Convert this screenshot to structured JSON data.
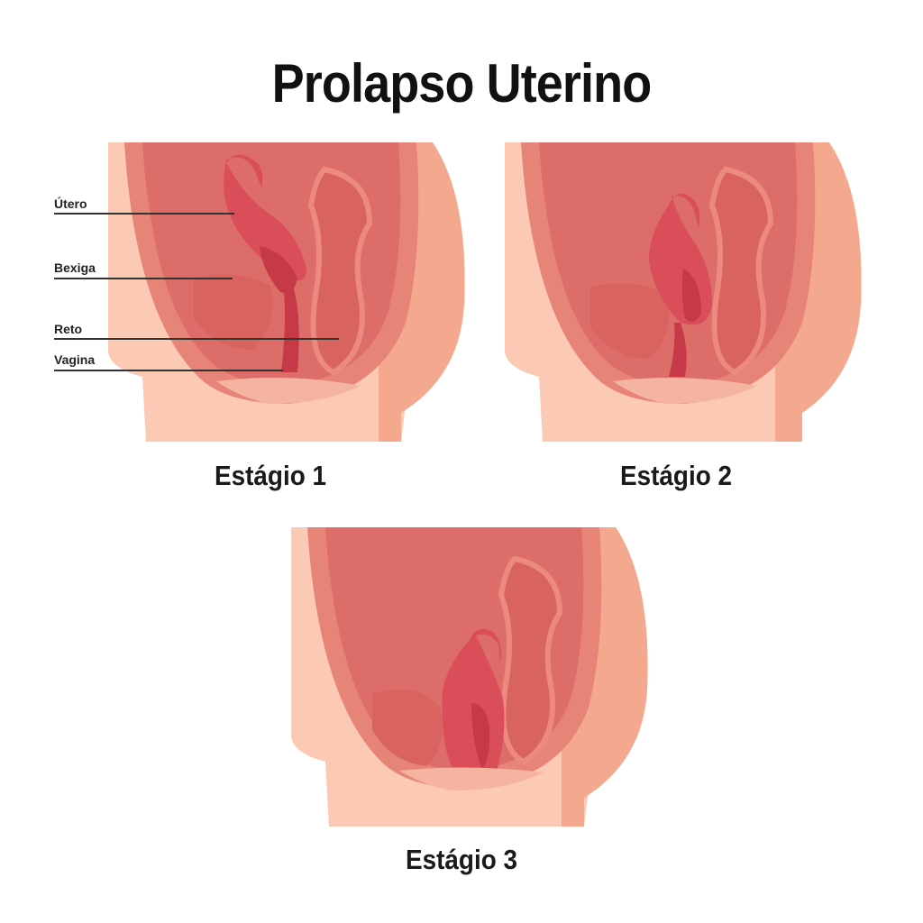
{
  "title": "Prolapso Uterino",
  "labels": {
    "utero": "Útero",
    "bexiga": "Bexiga",
    "reto": "Reto",
    "vagina": "Vagina"
  },
  "stages": [
    {
      "caption": "Estágio 1"
    },
    {
      "caption": "Estágio 2"
    },
    {
      "caption": "Estágio 3"
    }
  ],
  "colors": {
    "skin_light": "#fbc9b4",
    "skin_mid": "#f4a88e",
    "cavity": "#e0706a",
    "cavity_dark": "#d96865",
    "uterus": "#d94e58",
    "uterus_dark": "#c63a47",
    "background": "#ffffff"
  }
}
